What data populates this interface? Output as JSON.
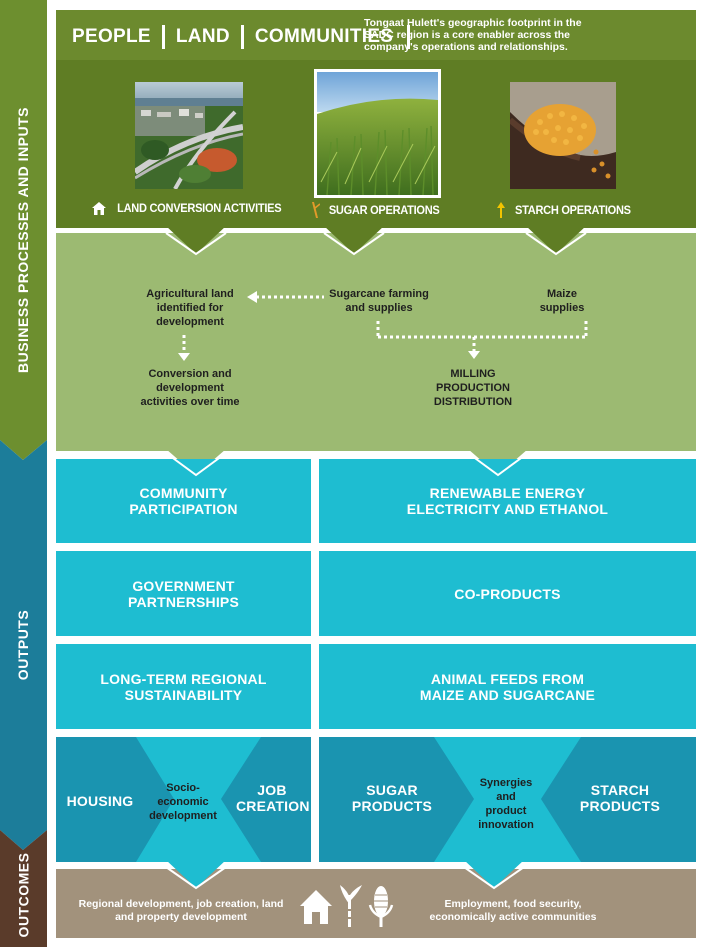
{
  "sidebar": {
    "business": "BUSINESS PROCESSES AND INPUTS",
    "outputs": "OUTPUTS",
    "outcomes": "OUTCOMES"
  },
  "header": {
    "items": [
      "PEOPLE",
      "LAND",
      "COMMUNITIES"
    ],
    "description": "Tongaat Hulett's geographic footprint in the SADC region is a core enabler across the company's operations and relationships."
  },
  "operations": [
    {
      "label": "LAND CONVERSION ACTIVITIES",
      "icon": "house-icon"
    },
    {
      "label": "SUGAR OPERATIONS",
      "icon": "sugarcane-icon"
    },
    {
      "label": "STARCH OPERATIONS",
      "icon": "maize-icon"
    }
  ],
  "flow": {
    "agri_land": "Agricultural land identified for development",
    "sugarcane": "Sugarcane farming and supplies",
    "maize": "Maize supplies",
    "conversion": "Conversion and development activities over time",
    "milling": "MILLING\nPRODUCTION\nDISTRIBUTION"
  },
  "outputs": {
    "left": [
      "COMMUNITY\nPARTICIPATION",
      "GOVERNMENT\nPARTNERSHIPS",
      "LONG-TERM REGIONAL\nSUSTAINABILITY"
    ],
    "right": [
      "RENEWABLE ENERGY\nELECTRICITY AND ETHANOL",
      "CO-PRODUCTS",
      "ANIMAL FEEDS FROM\nMAIZE AND SUGARCANE"
    ]
  },
  "synergy": {
    "housing": "HOUSING",
    "socio": "Socio-\neconomic\ndevelopment",
    "job": "JOB\nCREATION",
    "sugar": "SUGAR\nPRODUCTS",
    "innovation": "Synergies\nand\nproduct\ninnovation",
    "starch": "STARCH\nPRODUCTS"
  },
  "outcomes": {
    "left": "Regional development, job creation, land and property development",
    "right": "Employment, food security, economically active communities"
  },
  "colors": {
    "olive": "#5f7d24",
    "olive_light": "#6c8a2e",
    "green_light": "#9cba72",
    "teal": "#1ebdd1",
    "teal_dark": "#1a94b0",
    "side_blue": "#1c7d9a",
    "side_brown": "#5a3b2a",
    "outcome_taupe": "#a2927c"
  }
}
